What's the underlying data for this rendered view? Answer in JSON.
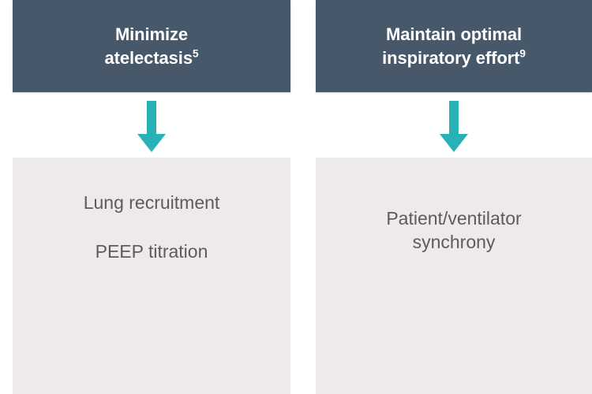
{
  "page": {
    "title": "Ventilation strategy flow diagram",
    "background_color": "#ffffff"
  },
  "theme": {
    "header_background": "#47586b",
    "header_text_color": "#ffffff",
    "arrow_color": "#29b2b5",
    "content_background": "#eeeaea",
    "content_text_color": "#5e5b5b"
  },
  "columns": [
    {
      "header": {
        "text": "Minimize\natelectasis",
        "superscript": "5"
      },
      "arrow": {
        "icon": "down-arrow-icon",
        "direction": "down",
        "color": "#29b2b5"
      },
      "content": {
        "lines": [
          "Lung recruitment",
          "PEEP titration"
        ]
      }
    },
    {
      "header": {
        "text": "Maintain optimal\ninspiratory effort",
        "superscript": "9"
      },
      "arrow": {
        "icon": "down-arrow-icon",
        "direction": "down",
        "color": "#29b2b5"
      },
      "content": {
        "lines": [
          "Patient/ventilator\nsynchrony"
        ]
      }
    }
  ]
}
